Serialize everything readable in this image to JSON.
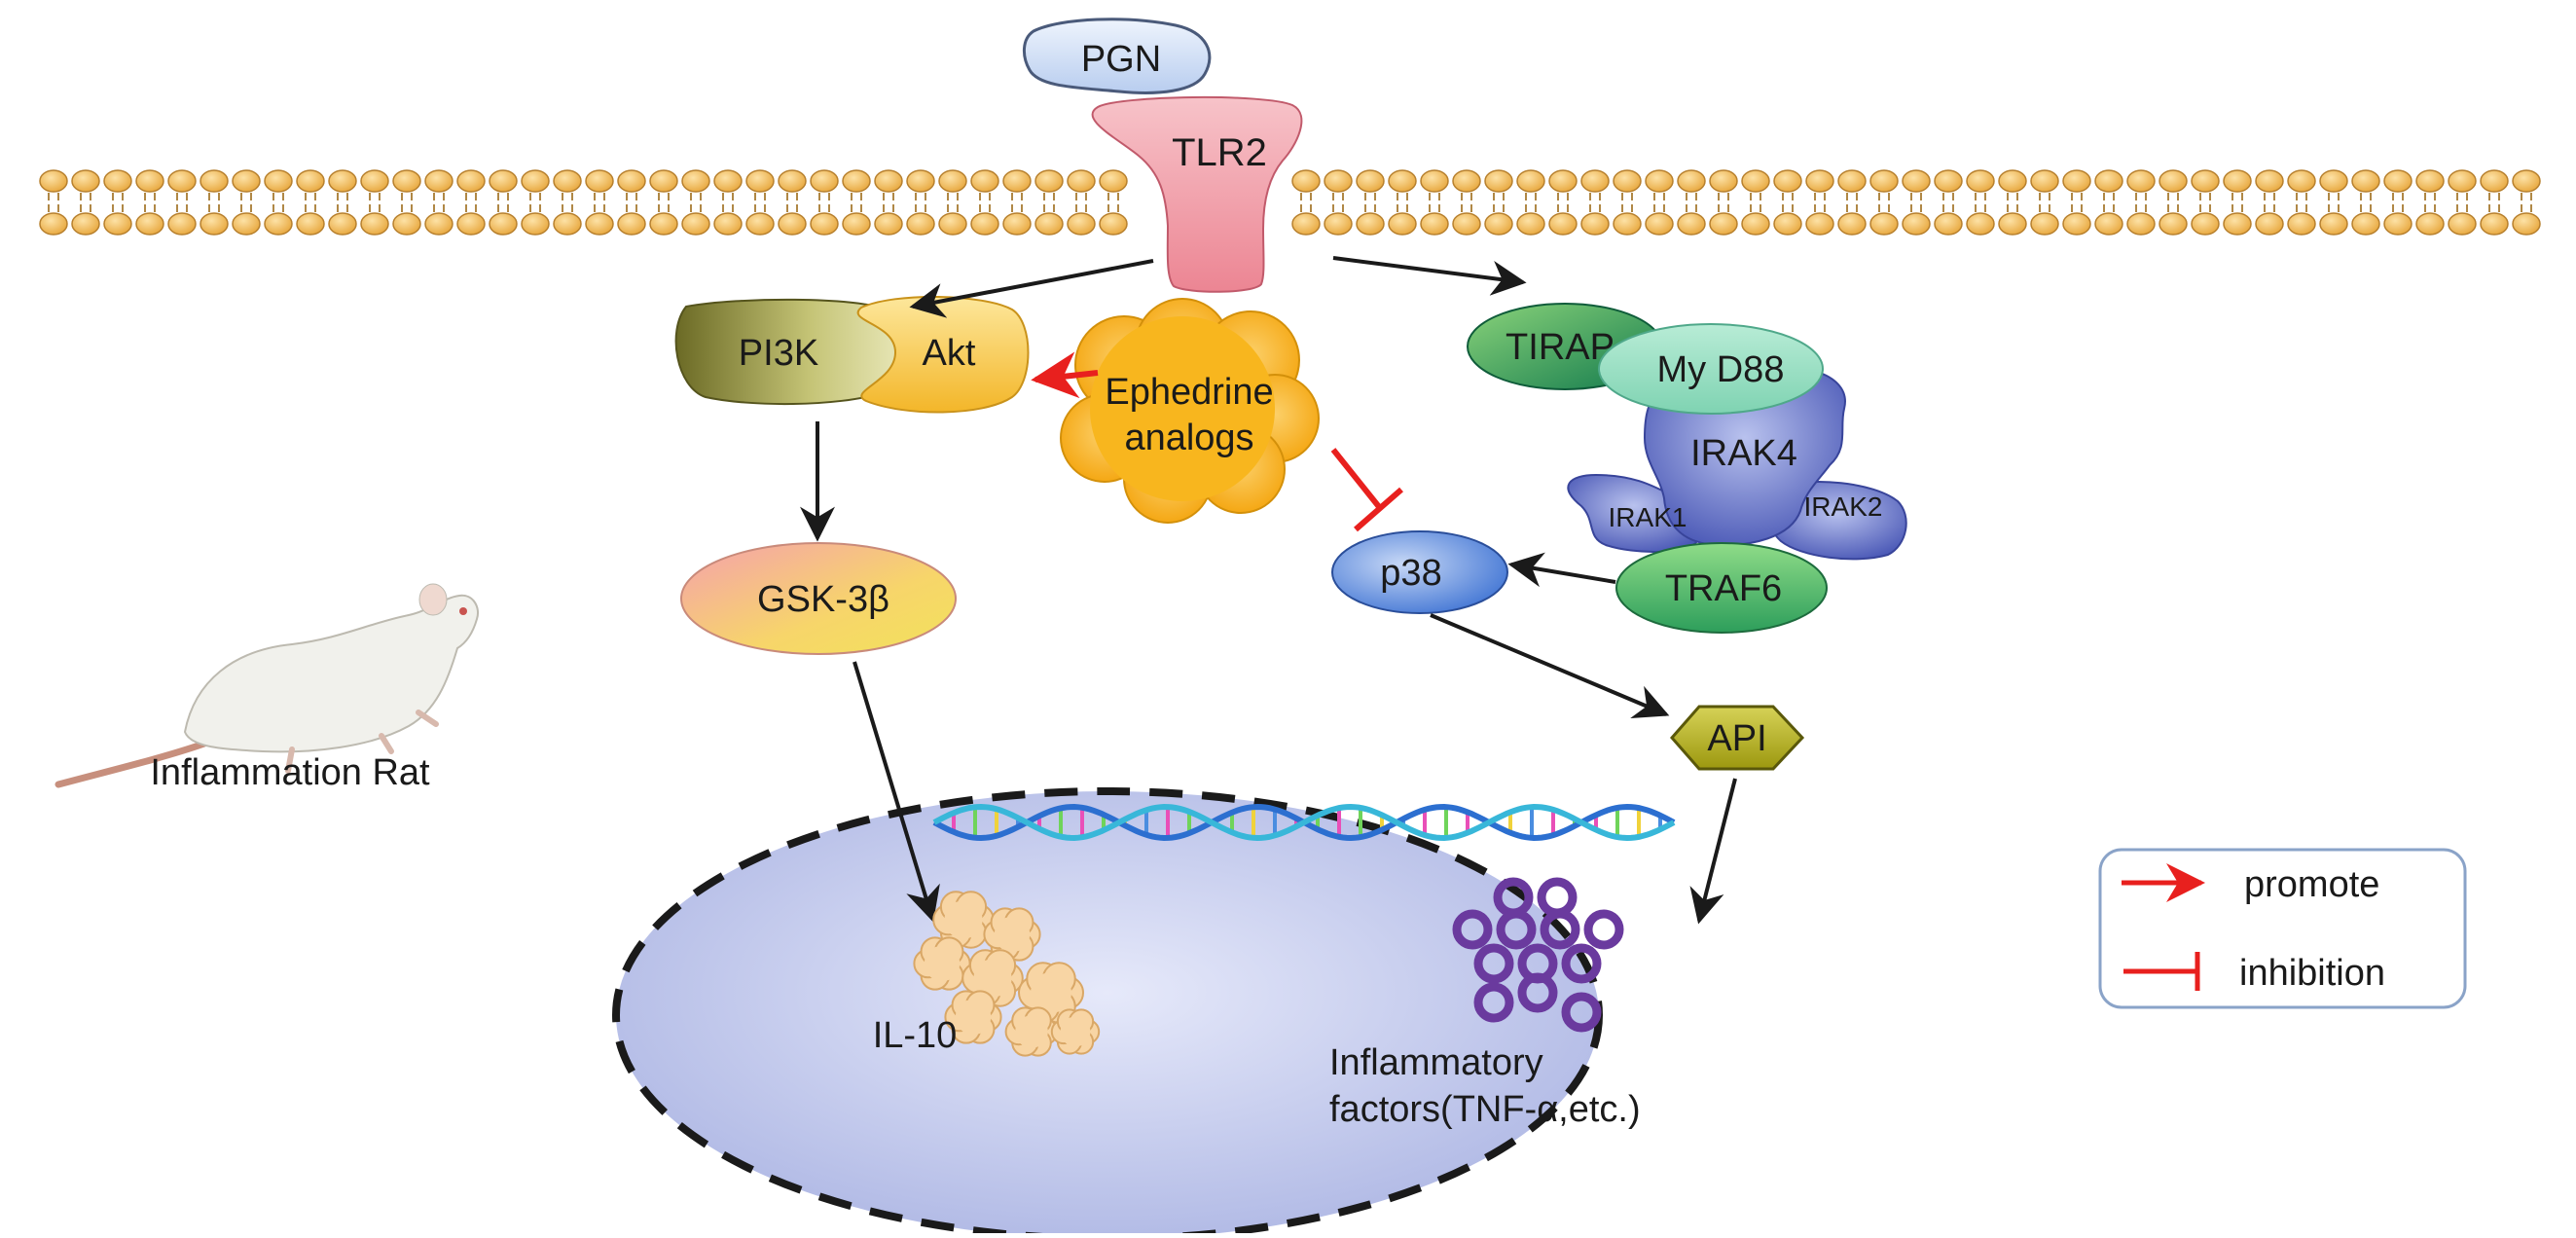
{
  "labels": {
    "pgn": "PGN",
    "tlr2": "TLR2",
    "pi3k": "PI3K",
    "akt": "Akt",
    "ephedrine_line1": "Ephedrine",
    "ephedrine_line2": "analogs",
    "tirap": "TIRAP",
    "myd88": "My D88",
    "irak4": "IRAK4",
    "irak1": "IRAK1",
    "irak2": "IRAK2",
    "traf6": "TRAF6",
    "p38": "p38",
    "gsk3b": "GSK-3β",
    "api": "API",
    "rat": "Inflammation Rat",
    "il10": "IL-10",
    "inflam_line1": "Inflammatory",
    "inflam_line2": "factors(TNF-α,etc.)"
  },
  "legend": {
    "promote": "promote",
    "inhibition": "inhibition"
  },
  "colors": {
    "promote_arrow": "#e8201e",
    "inhibit_bar": "#e8201e",
    "membrane_head": "#f2b84b",
    "nucleus_fill": "#c9d0ef",
    "tlr2": "#f39aa6",
    "pgn": "#c9daf5",
    "ephedrine": "#f8b61e",
    "irak": "#6272c6",
    "traf6": "#3fae63",
    "factors_rings": "#6a3a9e",
    "il10": "#f8d5a4",
    "api": "#a6a21a"
  }
}
